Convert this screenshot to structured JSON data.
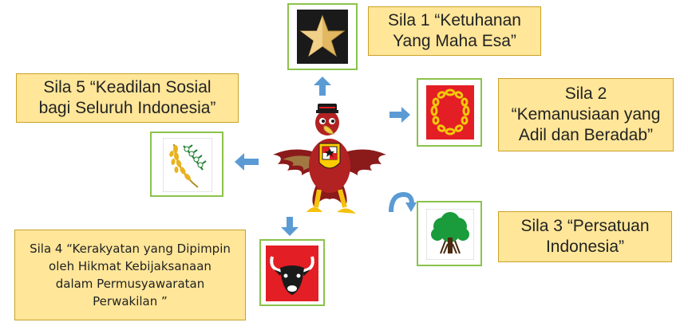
{
  "sila1": {
    "text": "Sila 1 “Ketuhanan\nYang Maha Esa”",
    "icon": "star-icon"
  },
  "sila2": {
    "text": "Sila 2\n“Kemanusiaan yang\nAdil dan Beradab”",
    "icon": "chain-icon"
  },
  "sila3": {
    "text": "Sila 3 “Persatuan\nIndonesia”",
    "icon": "banyan-tree-icon"
  },
  "sila4": {
    "text": "Sila 4 “Kerakyatan yang Dipimpin\noleh Hikmat Kebijaksanaan\ndalam Permusyawaratan\nPerwakilan ”",
    "icon": "bull-head-icon"
  },
  "sila5": {
    "text": "Sila 5 “Keadilan Sosial\nbagi Seluruh Indonesia”",
    "icon": "rice-cotton-icon"
  },
  "center": {
    "icon": "garuda-icon"
  },
  "colors": {
    "label_bg": "#ffe699",
    "frame": "#8bc34a",
    "arrow": "#5b9bd5",
    "red": "#e31e24",
    "black": "#1a1a1a"
  }
}
